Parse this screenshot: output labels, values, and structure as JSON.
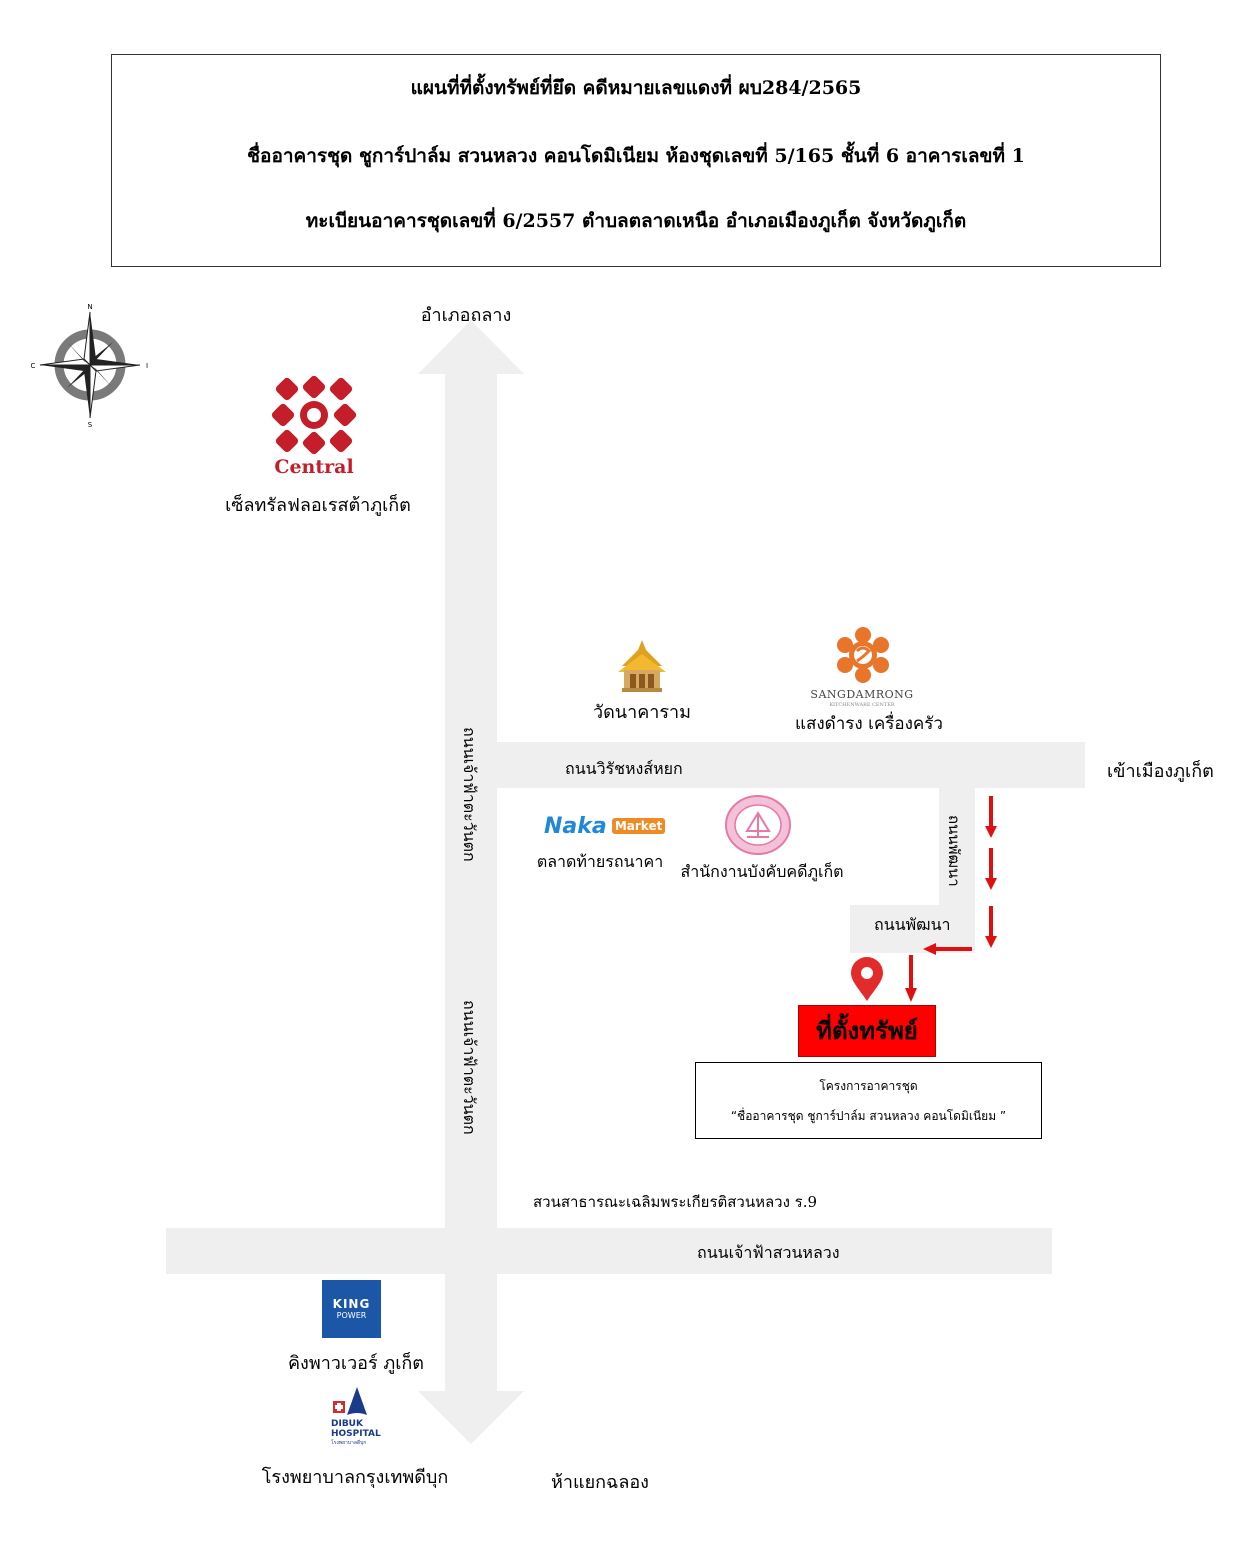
{
  "header": {
    "line1": "แผนที่ที่ตั้งทรัพย์ที่ยึด คดีหมายเลขแดงที่ ผบ284/2565",
    "line2": "ชื่ออาคารชุด ชูการ์ปาล์ม สวนหลวง คอนโดมิเนียม ห้องชุดเลขที่ 5/165 ชั้นที่ 6 อาคารเลขที่ 1",
    "line3": "ทะเบียนอาคารชุดเลขที่ 6/2557 ตำบลตลาดเหนือ อำเภอเมืองภูเก็ต จังหวัดภูเก็ต"
  },
  "compass": {
    "n": "N",
    "s": "S",
    "w": "C",
    "e": "I"
  },
  "directions": {
    "north": "อำเภอถลาง",
    "east": "เข้าเมืองภูเก็ต",
    "south": "ห้าแยกฉลอง"
  },
  "roads": {
    "vertical_upper": "ถนนเจ้าฟ้าตะวันตก",
    "vertical_lower": "ถนนเจ้าฟ้าตะวันตก",
    "wirat": "ถนนวิรัชหงส์หยก",
    "phatthana_v": "ถนนพัฒนา",
    "phatthana_h": "ถนนพัฒนา",
    "suanluang": "ถนนเจ้าฟ้าสวนหลวง"
  },
  "landmarks": {
    "central_logo": "Central",
    "central": "เซ็ลทรัลฟลอเรสต้าภูเก็ต",
    "wat": "วัดนาคาราม",
    "sangdamrong_logo": "SANGDAMRONG",
    "sangdamrong_sub": "KITCHENWARE CENTER",
    "sangdamrong": "แสงดำรง เครื่องครัว",
    "naka_logo_1": "Naka",
    "naka_logo_2": "Market",
    "naka": "ตลาดท้ายรถนาคา",
    "office": "สำนักงานบังคับคดีภูเก็ต",
    "park": "สวนสาธารณะเฉลิมพระเกียรติสวนหลวง ร.9",
    "kingpower_logo_1": "KING",
    "kingpower_logo_2": "POWER",
    "kingpower": "คิงพาวเวอร์ ภูเก็ต",
    "dibuk_logo_1": "DIBUK",
    "dibuk_logo_2": "HOSPITAL",
    "dibuk_logo_3": "โรงพยาบาลดีบุก",
    "hospital": "โรงพยาบาลกรุงเทพดีบุก"
  },
  "property": {
    "label": "ที่ตั้งทรัพย์",
    "project_title": "โครงการอาคารชุด",
    "project_name": "“ชื่ออาคารชุด ชูการ์ปาล์ม สวนหลวง คอนโดมิเนียม ”"
  },
  "colors": {
    "road": "#efefef",
    "route": "#e01010",
    "property": "#ff0000",
    "central": "#c41e2a",
    "sangdamrong": "#e8752a",
    "naka": "#1f88d9",
    "kingpower": "#1c56a6",
    "dibuk": "#1b3a8c",
    "office": "#e878a8"
  }
}
